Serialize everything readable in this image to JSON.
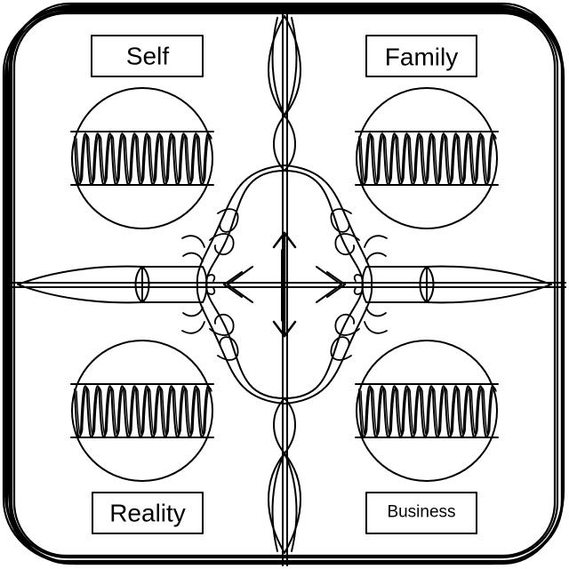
{
  "colors": {
    "ink": "#000000",
    "paper": "#ffffff"
  },
  "quadrants": {
    "top_left": {
      "label": "Self"
    },
    "top_right": {
      "label": "Family"
    },
    "bottom_left": {
      "label": "Reality"
    },
    "bottom_right": {
      "label": "Business"
    }
  },
  "icons": {
    "center": "vertical-double-arrow-icon",
    "left": "left-chevron-arrow-icon",
    "right": "right-chevron-arrow-icon"
  }
}
